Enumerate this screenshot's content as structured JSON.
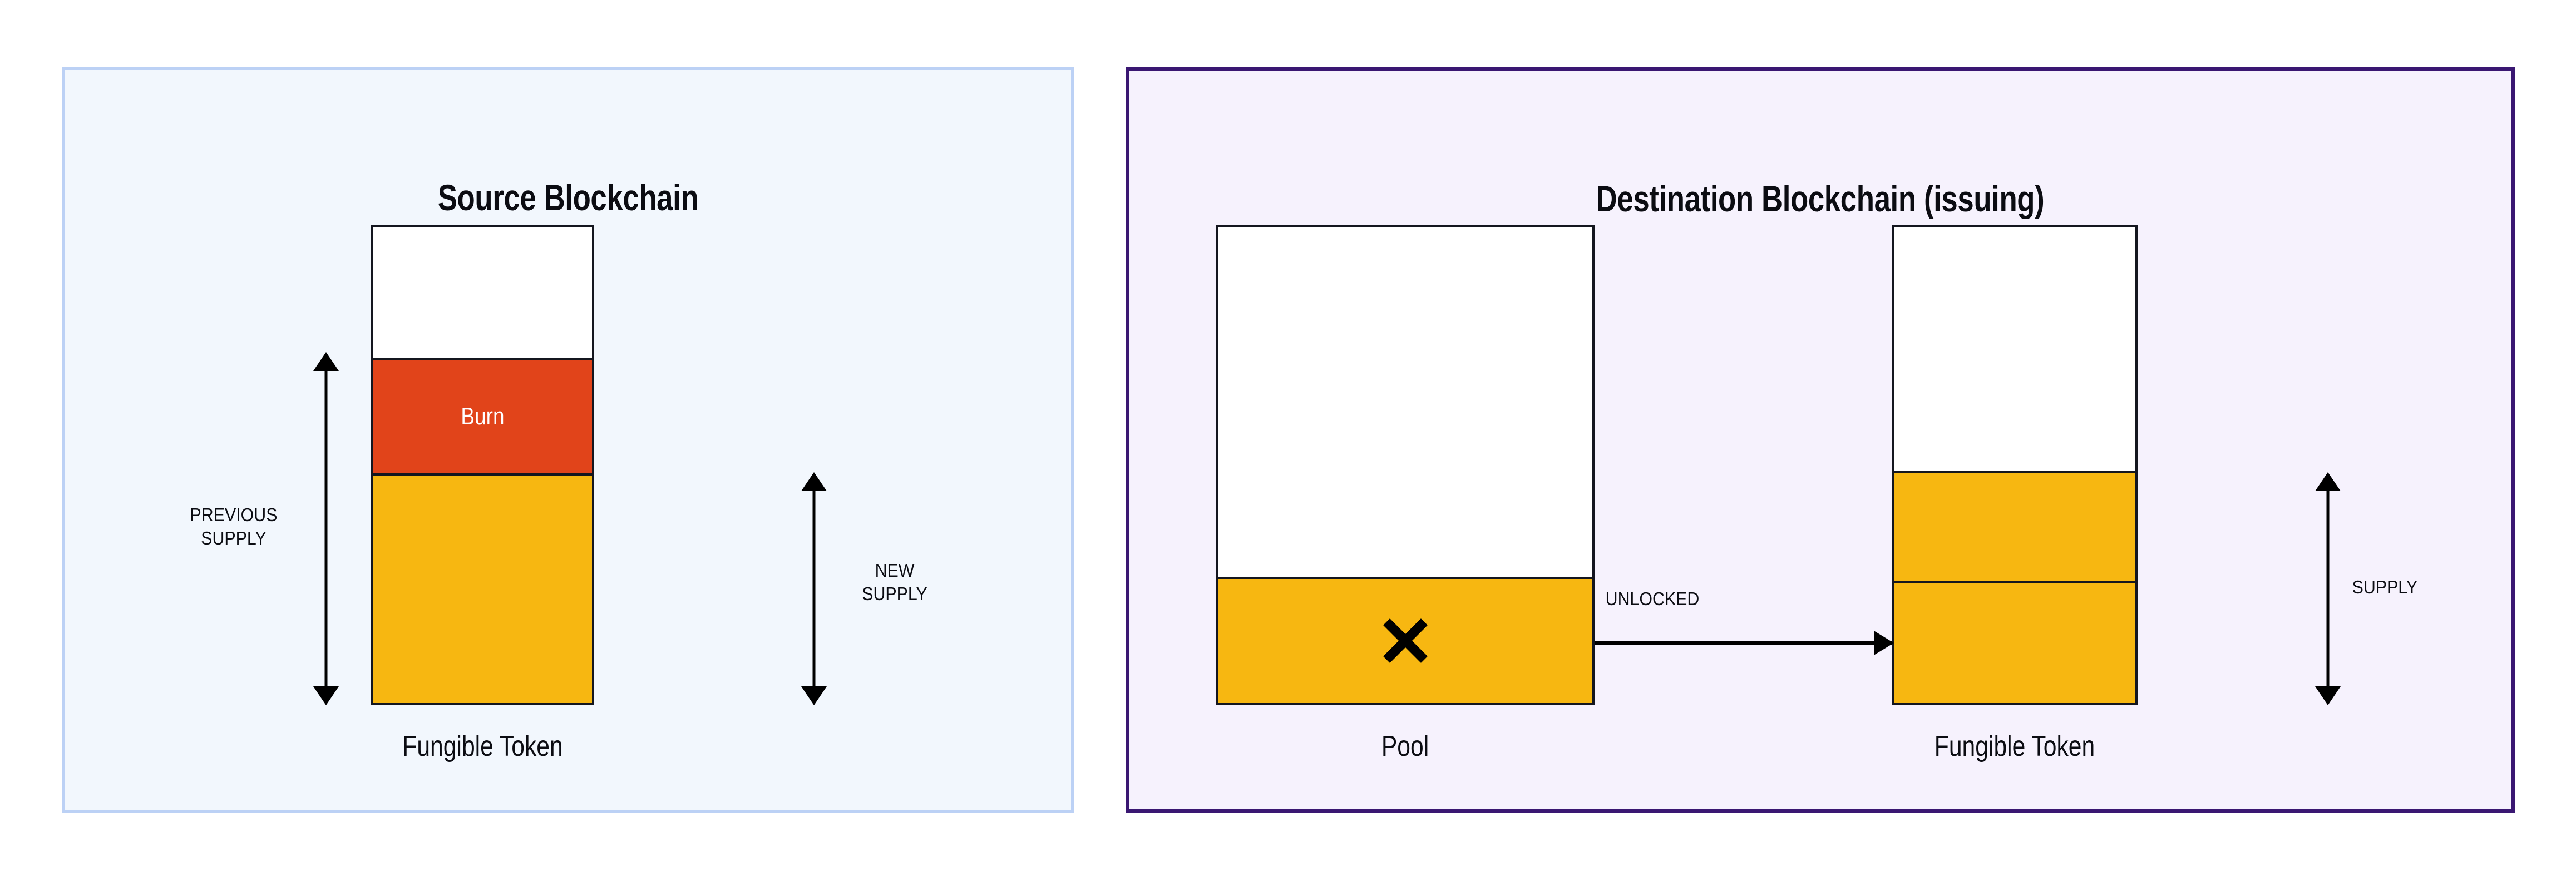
{
  "diagram": {
    "title": "Fungible token burn-and-unlock bridge flow",
    "colors": {
      "source_panel_bg": "#f2f7fd",
      "source_panel_border": "#bcd1f5",
      "destination_panel_bg": "#f6f2fd",
      "destination_panel_border": "#3a1772",
      "token_yellow": "#f7b711",
      "burn_orange": "#e1441a",
      "outline_black": "#14161f",
      "text_black": "#0b0c12"
    }
  },
  "source_panel": {
    "title": "Source Blockchain",
    "bar": {
      "caption": "Fungible Token",
      "segments": [
        {
          "name": "empty-headroom",
          "label": "",
          "color": "#ffffff",
          "fraction": 0.274
        },
        {
          "name": "burn",
          "label": "Burn",
          "color": "#e1441a",
          "fraction": 0.243
        },
        {
          "name": "remaining-supply",
          "label": "",
          "color": "#f7b711",
          "fraction": 0.483
        }
      ]
    },
    "measures": [
      {
        "name": "previous-supply",
        "label": "PREVIOUS\nSUPPLY",
        "side": "left"
      },
      {
        "name": "new-supply",
        "label": "NEW\nSUPPLY",
        "side": "right"
      }
    ]
  },
  "destination_panel": {
    "title": "Destination Blockchain (issuing)",
    "pool_bar": {
      "caption": "Pool",
      "icon": "x-mark-icon",
      "segments": [
        {
          "name": "pool-empty",
          "label": "",
          "color": "#ffffff",
          "fraction": 0.734
        },
        {
          "name": "pool-locked",
          "label": "",
          "color": "#f7b711",
          "fraction": 0.266
        }
      ]
    },
    "token_bar": {
      "caption": "Fungible Token",
      "segments": [
        {
          "name": "token-empty-headroom",
          "label": "",
          "color": "#ffffff",
          "fraction": 0.512
        },
        {
          "name": "token-newly-unlocked",
          "label": "",
          "color": "#f7b711",
          "fraction": 0.231
        },
        {
          "name": "token-existing-supply",
          "label": "",
          "color": "#f7b711",
          "fraction": 0.257
        }
      ]
    },
    "flow": {
      "name": "unlocked-flow",
      "label": "UNLOCKED",
      "from": "Pool",
      "to": "Fungible Token"
    },
    "measures": [
      {
        "name": "supply",
        "label": "SUPPLY",
        "side": "right"
      }
    ]
  },
  "chart_data": {
    "type": "bar",
    "title": "Fungible token supply across source and destination blockchains",
    "bars": [
      {
        "panel": "Source Blockchain",
        "name": "Fungible Token",
        "stack": [
          {
            "segment": "Headroom",
            "value": 0.274,
            "color": "#ffffff"
          },
          {
            "segment": "Burn",
            "value": 0.243,
            "color": "#e1441a"
          },
          {
            "segment": "Remaining supply",
            "value": 0.483,
            "color": "#f7b711"
          }
        ],
        "annotations": [
          {
            "label": "PREVIOUS SUPPLY",
            "spans": [
              "Burn",
              "Remaining supply"
            ]
          },
          {
            "label": "NEW SUPPLY",
            "spans": [
              "Remaining supply"
            ]
          }
        ]
      },
      {
        "panel": "Destination Blockchain (issuing)",
        "name": "Pool",
        "stack": [
          {
            "segment": "Headroom",
            "value": 0.734,
            "color": "#ffffff"
          },
          {
            "segment": "Locked (released)",
            "value": 0.266,
            "color": "#f7b711"
          }
        ],
        "annotations": [
          {
            "label": "X",
            "spans": [
              "Locked (released)"
            ]
          }
        ]
      },
      {
        "panel": "Destination Blockchain (issuing)",
        "name": "Fungible Token",
        "stack": [
          {
            "segment": "Headroom",
            "value": 0.512,
            "color": "#ffffff"
          },
          {
            "segment": "Newly unlocked",
            "value": 0.231,
            "color": "#f7b711"
          },
          {
            "segment": "Existing supply",
            "value": 0.257,
            "color": "#f7b711"
          }
        ],
        "annotations": [
          {
            "label": "SUPPLY",
            "spans": [
              "Newly unlocked",
              "Existing supply"
            ]
          }
        ]
      }
    ],
    "flows": [
      {
        "label": "UNLOCKED",
        "from": "Pool",
        "to": "Fungible Token"
      }
    ],
    "xlabel": "",
    "ylabel": "",
    "legend": []
  }
}
